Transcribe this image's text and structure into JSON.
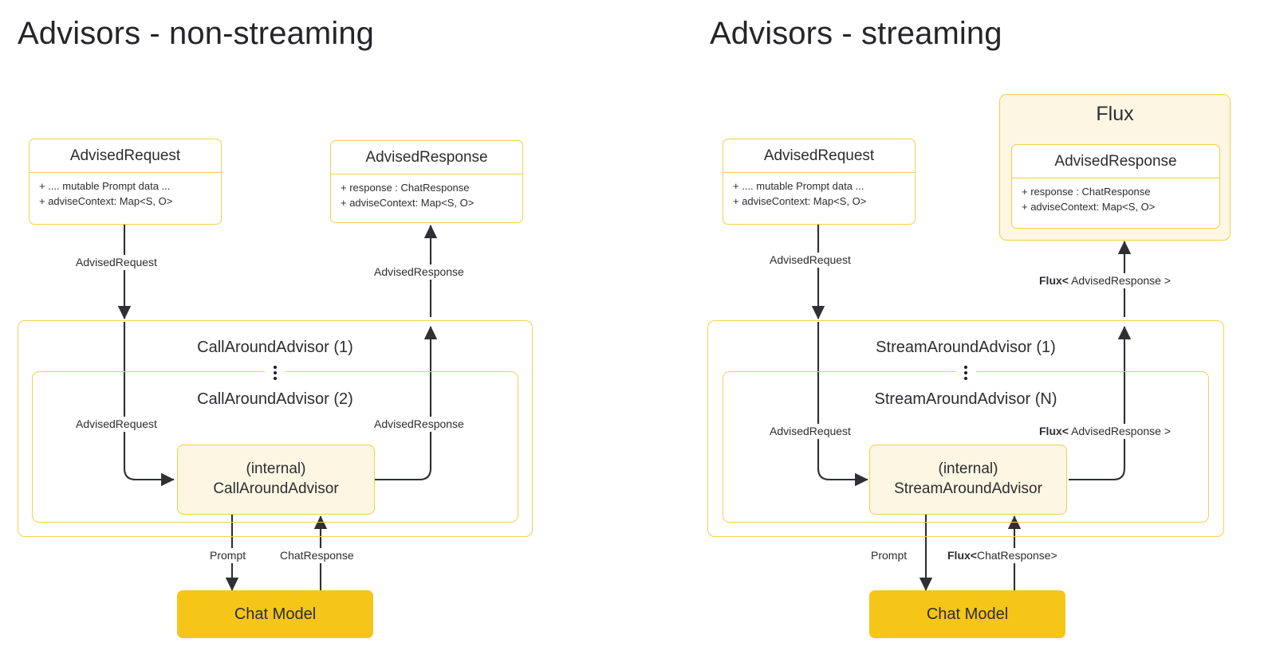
{
  "page": {
    "background": "#ffffff",
    "accent_border": "#f2cf4a",
    "accent_fill": "#fdf6e3",
    "chat_model_fill": "#f5c518",
    "text_color": "#26282b",
    "arrow_color": "#2e3033"
  },
  "left": {
    "title": "Advisors - non-streaming",
    "request_card": {
      "title": "AdvisedRequest",
      "attrs": [
        "+ .... mutable Prompt data ...",
        "+ adviseContext: Map<S, O>"
      ]
    },
    "response_card": {
      "title": "AdvisedResponse",
      "attrs": [
        "+ response : ChatResponse",
        "+ adviseContext: Map<S, O>"
      ]
    },
    "advisor_outer_caption": "CallAroundAdvisor (1)",
    "advisor_inner_caption": "CallAroundAdvisor (2)",
    "internal_box": {
      "line1": "(internal)",
      "line2": "CallAroundAdvisor"
    },
    "chat_model": "Chat Model",
    "edges": {
      "req_top": "AdvisedRequest",
      "resp_top": "AdvisedResponse",
      "req_inner": "AdvisedRequest",
      "resp_inner": "AdvisedResponse",
      "prompt": "Prompt",
      "chat_response": "ChatResponse"
    }
  },
  "right": {
    "title": "Advisors - streaming",
    "request_card": {
      "title": "AdvisedRequest",
      "attrs": [
        "+ .... mutable Prompt data ...",
        "+ adviseContext: Map<S, O>"
      ]
    },
    "flux_wrapper_label": "Flux",
    "response_card": {
      "title": "AdvisedResponse",
      "attrs": [
        "+ response : ChatResponse",
        "+ adviseContext: Map<S, O>"
      ]
    },
    "advisor_outer_caption": "StreamAroundAdvisor (1)",
    "advisor_inner_caption": "StreamAroundAdvisor (N)",
    "internal_box": {
      "line1": "(internal)",
      "line2": "StreamAroundAdvisor"
    },
    "chat_model": "Chat Model",
    "edges": {
      "req_top": "AdvisedRequest",
      "resp_top_bold": "Flux<",
      "resp_top_rest": " AdvisedResponse >",
      "req_inner": "AdvisedRequest",
      "resp_inner_bold": "Flux<",
      "resp_inner_rest": " AdvisedResponse >",
      "prompt": "Prompt",
      "chat_response_bold": "Flux<",
      "chat_response_rest": "ChatResponse>"
    }
  }
}
